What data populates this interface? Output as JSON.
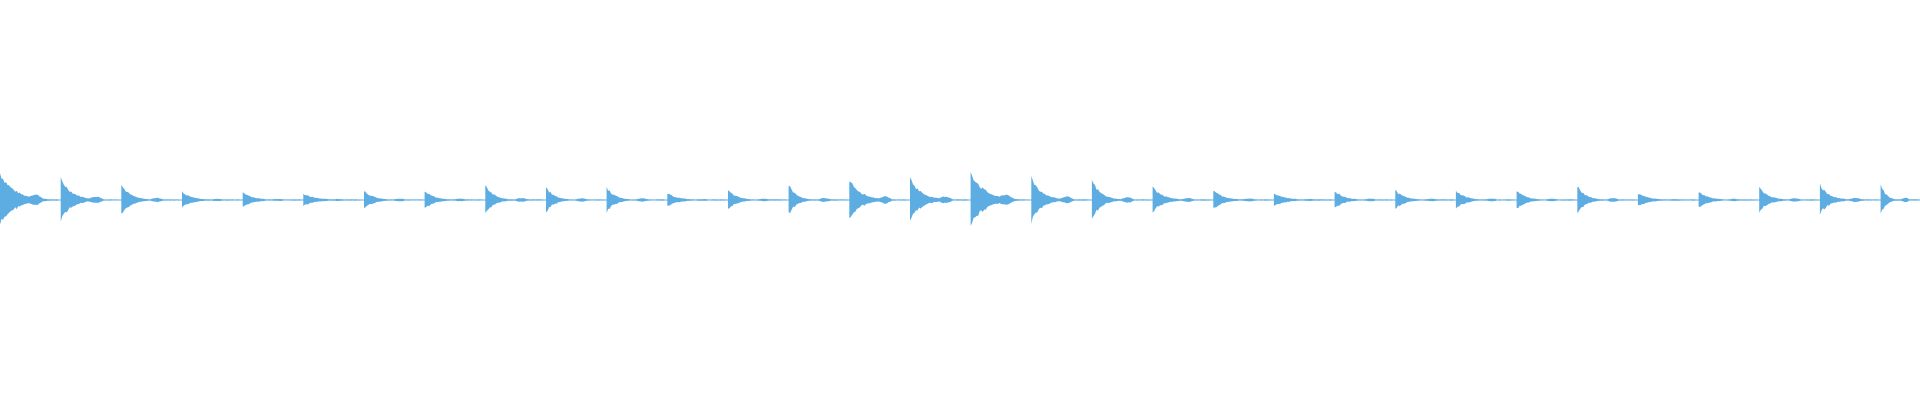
{
  "waveform": {
    "color": "#5dade2",
    "background": "#ffffff",
    "hits": [
      {
        "amp": 0.85,
        "decay": 0.7
      },
      {
        "amp": 0.68,
        "decay": 0.55
      },
      {
        "amp": 0.48,
        "decay": 0.45
      },
      {
        "amp": 0.25,
        "decay": 0.5
      },
      {
        "amp": 0.25,
        "decay": 0.5
      },
      {
        "amp": 0.2,
        "decay": 0.6
      },
      {
        "amp": 0.3,
        "decay": 0.45
      },
      {
        "amp": 0.3,
        "decay": 0.45
      },
      {
        "amp": 0.48,
        "decay": 0.4
      },
      {
        "amp": 0.4,
        "decay": 0.4
      },
      {
        "amp": 0.4,
        "decay": 0.4
      },
      {
        "amp": 0.2,
        "decay": 0.55
      },
      {
        "amp": 0.3,
        "decay": 0.45
      },
      {
        "amp": 0.5,
        "decay": 0.35
      },
      {
        "amp": 0.68,
        "decay": 0.55
      },
      {
        "amp": 0.68,
        "decay": 0.55
      },
      {
        "amp": 0.9,
        "decay": 0.65
      },
      {
        "amp": 0.72,
        "decay": 0.5
      },
      {
        "amp": 0.6,
        "decay": 0.45
      },
      {
        "amp": 0.4,
        "decay": 0.5
      },
      {
        "amp": 0.3,
        "decay": 0.5
      },
      {
        "amp": 0.2,
        "decay": 0.6
      },
      {
        "amp": 0.3,
        "decay": 0.45
      },
      {
        "amp": 0.3,
        "decay": 0.45
      },
      {
        "amp": 0.3,
        "decay": 0.45
      },
      {
        "amp": 0.3,
        "decay": 0.45
      },
      {
        "amp": 0.45,
        "decay": 0.4
      },
      {
        "amp": 0.2,
        "decay": 0.55
      },
      {
        "amp": 0.25,
        "decay": 0.5
      },
      {
        "amp": 0.4,
        "decay": 0.45
      },
      {
        "amp": 0.48,
        "decay": 0.45
      },
      {
        "amp": 0.55,
        "decay": 0.35
      }
    ]
  }
}
